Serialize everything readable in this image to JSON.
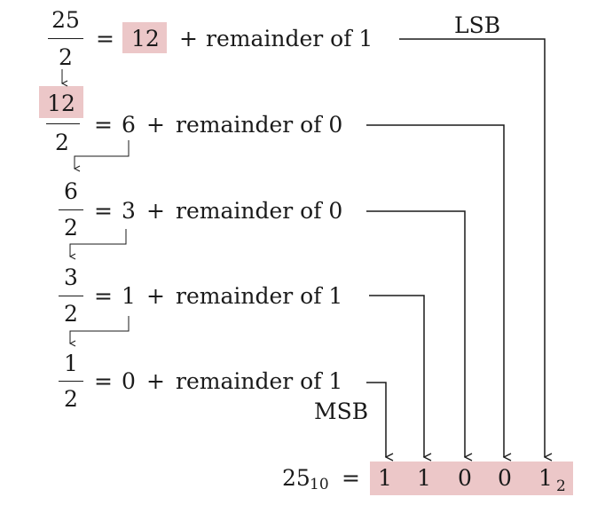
{
  "steps": [
    {
      "numerator": "25",
      "denominator": "2",
      "equals": "=",
      "quotient": "12",
      "plus": "+",
      "remainder_text": "remainder of 1"
    },
    {
      "numerator": "12",
      "denominator": "2",
      "equals": "=",
      "quotient": "6",
      "plus": "+",
      "remainder_text": "remainder of 0"
    },
    {
      "numerator": "6",
      "denominator": "2",
      "equals": "=",
      "quotient": "3",
      "plus": "+",
      "remainder_text": "remainder of 0"
    },
    {
      "numerator": "3",
      "denominator": "2",
      "equals": "=",
      "quotient": "1",
      "plus": "+",
      "remainder_text": "remainder of 1"
    },
    {
      "numerator": "1",
      "denominator": "2",
      "equals": "=",
      "quotient": "0",
      "plus": "+",
      "remainder_text": "remainder of 1"
    }
  ],
  "labels": {
    "lsb": "LSB",
    "msb": "MSB"
  },
  "result": {
    "decimal": "25",
    "decimal_base": "10",
    "equals": "=",
    "bits": [
      "1",
      "1",
      "0",
      "0",
      "1"
    ],
    "binary_base": "2"
  },
  "colors": {
    "highlight": "#ecc7c8",
    "ink": "#1a1a1a"
  }
}
